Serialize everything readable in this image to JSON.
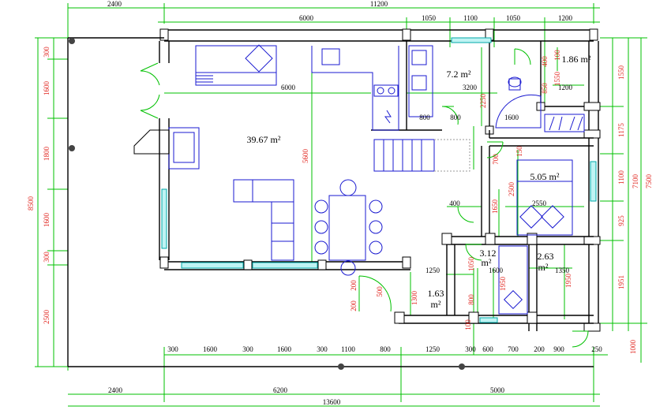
{
  "plan": {
    "top_dims_outer": [
      "2400",
      "11200"
    ],
    "top_dims_inner": [
      "6000",
      "1050",
      "1100",
      "1050",
      "1200"
    ],
    "bottom_dims_row1": [
      "300",
      "1600",
      "300",
      "1600",
      "300",
      "1100",
      "800",
      "1250",
      "300",
      "600",
      "700",
      "200",
      "900",
      "250"
    ],
    "bottom_dims_row2": [
      "2400",
      "6200",
      "5000"
    ],
    "bottom_total": "13600",
    "left_dims": [
      "300",
      "1600",
      "1800",
      "1600",
      "300",
      "2500"
    ],
    "left_total": "8500",
    "right_dims": [
      "1550",
      "1175",
      "1100",
      "925",
      "1951"
    ],
    "right_totals": [
      "7100",
      "7500"
    ],
    "right_bottom": "1000",
    "inner_labels": {
      "living_6000": "6000",
      "living_5600": "5600",
      "kitchen_3200": "3200",
      "kitchen_2250": "2250",
      "bath_1200": "1200",
      "bath_1600": "1600",
      "door_800a": "800",
      "door_800b": "800",
      "bath_400": "400",
      "bath_100": "100",
      "bath_1550": "1550",
      "bath_850": "850",
      "stair_700": "700",
      "stair_150": "150",
      "bed_2500": "2500",
      "bed_1650": "1650",
      "bed_2550": "2550",
      "bed_400": "400",
      "s1_1250": "1250",
      "s1_1300": "1300",
      "s1_800": "800",
      "s1_500": "500",
      "s1_200a": "200",
      "s1_200b": "200",
      "s1_100": "100",
      "s2_1050": "1050",
      "s2_1600": "1600",
      "s2_1950": "1950",
      "s3_1350": "1350",
      "s3_1950": "1950"
    },
    "areas": {
      "living": "39.67 m²",
      "kitchen": "7.2  m²",
      "bath": "1.86 m²",
      "bedroom": "5.05 m²",
      "storage_a_num": "3.12",
      "storage_a_unit": "m²",
      "storage_b_num": "2.63",
      "storage_b_unit": "m²",
      "entry_num": "1.63",
      "entry_unit": "m²"
    },
    "colors": {
      "dimension_lines": "#00c000",
      "vertical_dimension_text": "#e0201a",
      "furniture": "#1a1ad0",
      "windows": "#00aaaa",
      "walls": "#000000"
    }
  }
}
